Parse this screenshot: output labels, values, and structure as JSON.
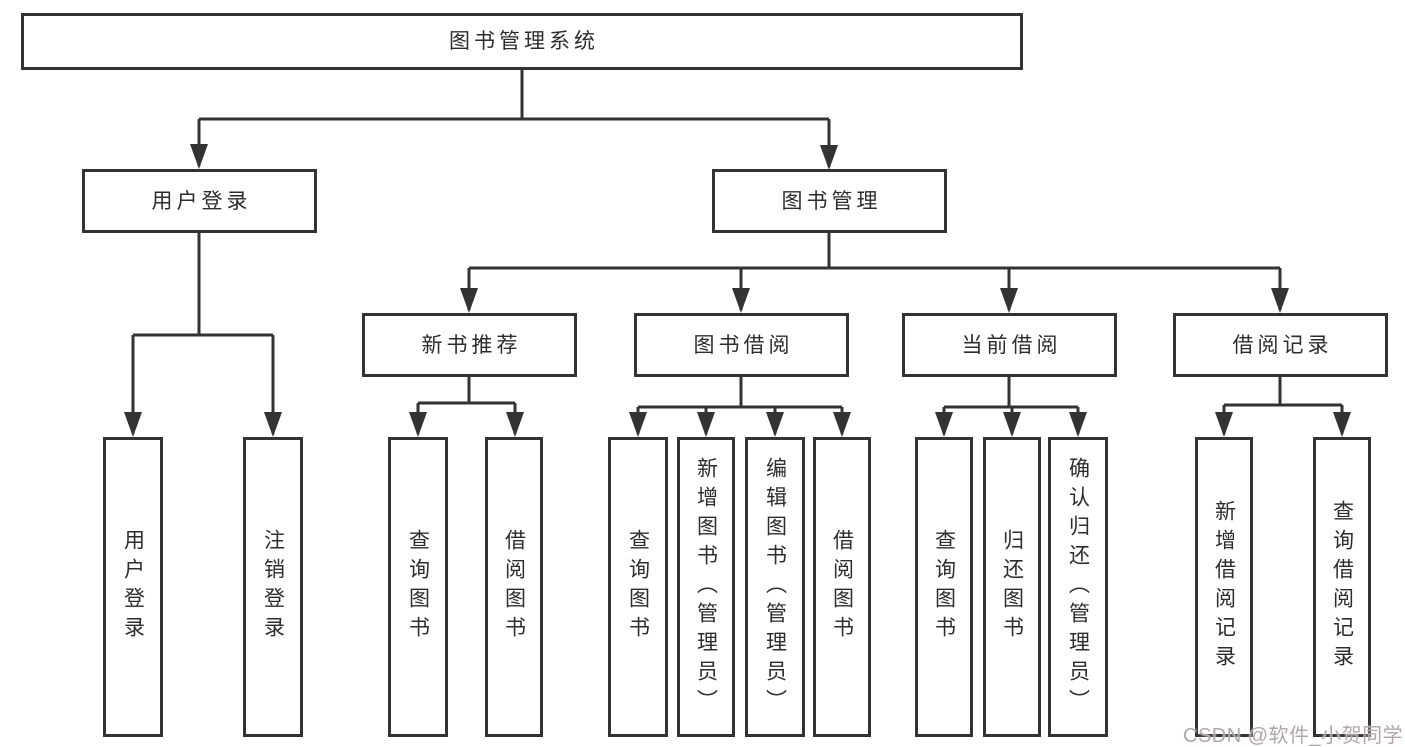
{
  "tree": {
    "root": "图书管理系统",
    "level2": {
      "user_login": "用户登录",
      "book_mgmt": "图书管理"
    },
    "level3": {
      "new_book": "新书推荐",
      "book_borrow": "图书借阅",
      "current_borrow": "当前借阅",
      "borrow_records": "借阅记录"
    },
    "leaves": {
      "user_login": [
        "用户登录",
        "注销登录"
      ],
      "new_book": [
        "查询图书",
        "借阅图书"
      ],
      "book_borrow": [
        "查询图书",
        "新增图书（管理员）",
        "编辑图书（管理员）",
        "借阅图书"
      ],
      "current_borrow": [
        "查询图书",
        "归还图书",
        "确认归还（管理员）"
      ],
      "borrow_records": [
        "新增借阅记录",
        "查询借阅记录"
      ]
    }
  },
  "watermark": {
    "text": "CSDN @软件_小贺同学"
  },
  "colors": {
    "line": "#333333",
    "box_border": "#333333",
    "text": "#2d2d2d",
    "watermark": "#b3a6a6",
    "background": "#ffffff"
  }
}
